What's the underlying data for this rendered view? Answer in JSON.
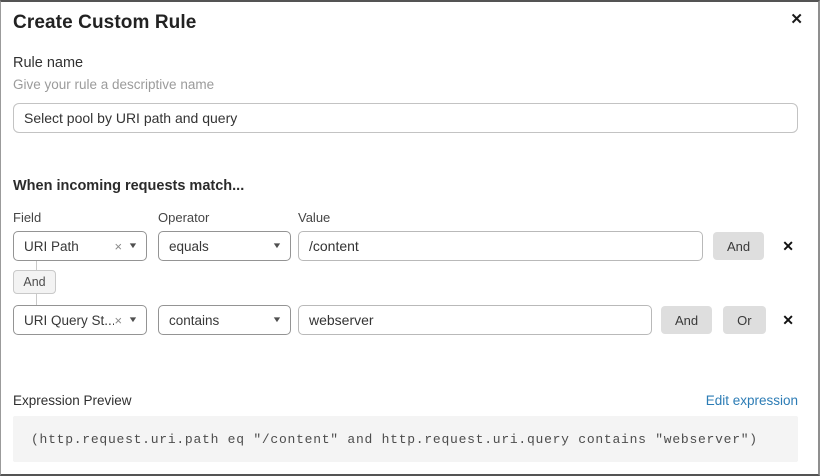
{
  "dialog": {
    "title": "Create Custom Rule"
  },
  "icons": {
    "close": "✕",
    "clear": "×",
    "caret": "▼",
    "remove_row": "✕"
  },
  "rule_name": {
    "label": "Rule name",
    "hint": "Give your rule a descriptive name",
    "value": "Select pool by URI path and query"
  },
  "match": {
    "heading": "When incoming requests match...",
    "columns": {
      "field": "Field",
      "operator": "Operator",
      "value": "Value"
    },
    "rows": [
      {
        "field": "URI Path",
        "operator": "equals",
        "value": "/content",
        "buttons": [
          "And"
        ]
      },
      {
        "field": "URI Query St...",
        "operator": "contains",
        "value": "webserver",
        "buttons": [
          "And",
          "Or"
        ]
      }
    ],
    "connector": "And"
  },
  "expression": {
    "label": "Expression Preview",
    "edit_link": "Edit expression",
    "code": "(http.request.uri.path eq \"/content\" and http.request.uri.query contains \"webserver\")"
  },
  "colors": {
    "link_blue": "#2c7cb5",
    "button_gray": "#dedede",
    "code_background": "#f4f4f4"
  }
}
